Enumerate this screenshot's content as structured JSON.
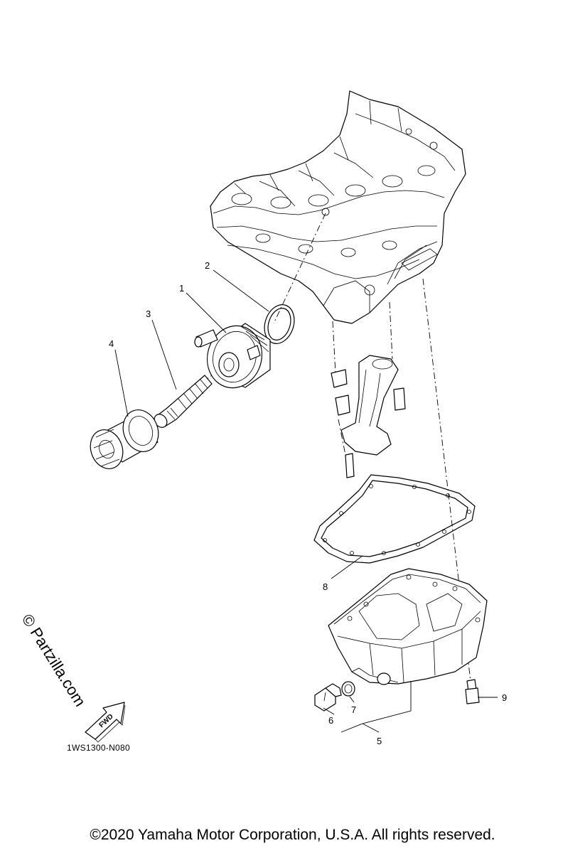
{
  "parts": [
    {
      "number": "1",
      "component": "oil-cooler"
    },
    {
      "number": "2",
      "component": "o-ring"
    },
    {
      "number": "3",
      "component": "union-bolt"
    },
    {
      "number": "4",
      "component": "oil-filter-cartridge"
    },
    {
      "number": "5",
      "component": "oil-pan-assembly"
    },
    {
      "number": "6",
      "component": "drain-bolt"
    },
    {
      "number": "7",
      "component": "gasket-washer"
    },
    {
      "number": "8",
      "component": "oil-pan-gasket"
    },
    {
      "number": "9",
      "component": "oil-pan-bolt"
    }
  ],
  "direction_arrow_label": "FWD",
  "watermark": "© Partzilla.com",
  "drawing_reference": "1WS1300-N080",
  "copyright": "©2020 Yamaha Motor Corporation, U.S.A. All rights reserved."
}
